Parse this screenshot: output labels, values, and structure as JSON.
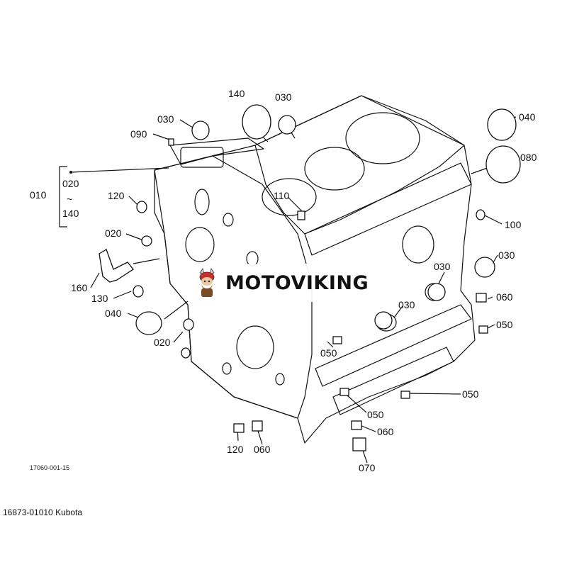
{
  "diagram": {
    "labels": {
      "l140": "140",
      "l030_top": "030",
      "l030_left": "030",
      "l090": "090",
      "l040_right": "040",
      "l080": "080",
      "l010": "010",
      "l020_range_top": "020",
      "l_tilde": "~",
      "l140_range_bottom": "140",
      "l120_left": "120",
      "l110": "110",
      "l100": "100",
      "l020_mid": "020",
      "l030_right": "030",
      "l160": "160",
      "l030_center": "030",
      "l130": "130",
      "l060_right": "060",
      "l040_left": "040",
      "l030_lower": "030",
      "l050_right": "050",
      "l020_lower": "020",
      "l050_center": "050",
      "l050_bottom_right": "050",
      "l050_bottom": "050",
      "l060_bottom_center": "060",
      "l120_bottom": "120",
      "l060_bottom": "060",
      "l070": "070"
    },
    "figure_code": "17060-001-15",
    "caption": "16873-01010 Kubota"
  },
  "watermark": {
    "brand": "MOTOVIKING",
    "icon": "viking-mascot-icon"
  }
}
